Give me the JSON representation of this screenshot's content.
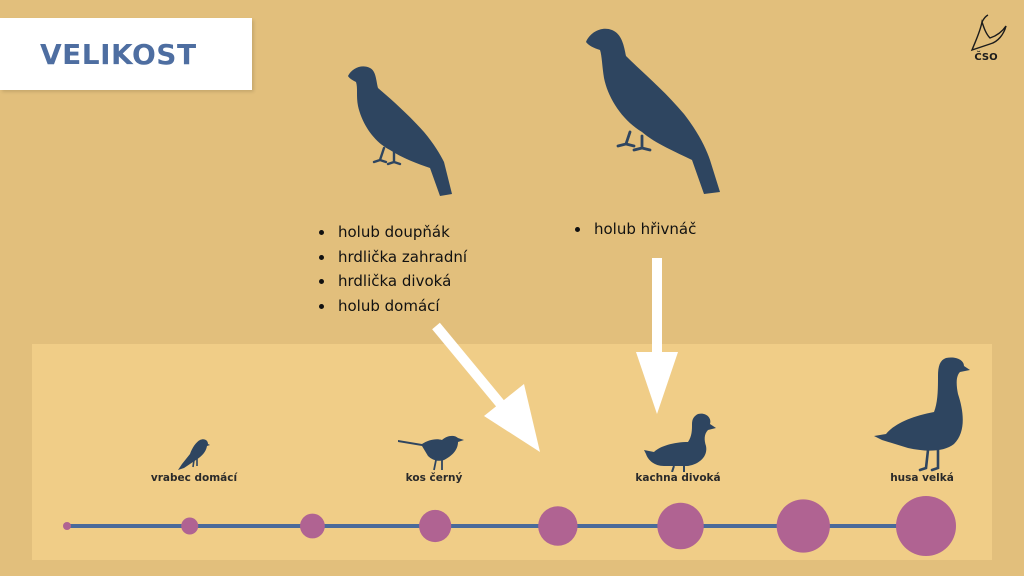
{
  "title": "VELIKOST",
  "logo": {
    "text": "ČSO",
    "icon": "bird-logo-icon"
  },
  "left_group": {
    "icon": "pigeon-icon",
    "items": [
      "holub doupňák",
      "hrdlička zahradní",
      "hrdlička divoká",
      "holub domácí"
    ]
  },
  "right_group": {
    "icon": "wood-pigeon-icon",
    "items": [
      "holub hřivnáč"
    ]
  },
  "scale_birds": [
    {
      "label": "vrabec domácí",
      "icon": "sparrow-icon"
    },
    {
      "label": "kos černý",
      "icon": "blackbird-icon"
    },
    {
      "label": "kachna divoká",
      "icon": "duck-icon"
    },
    {
      "label": "husa velká",
      "icon": "goose-icon"
    }
  ],
  "size_scale": {
    "steps": 8
  },
  "colors": {
    "background": "#e2bf7c",
    "panel": "#f0cd87",
    "silhouette": "#2e4560",
    "scale_line": "#4a6a9a",
    "circle": "#b06392",
    "arrow": "#ffffff",
    "title": "#4e6ea1"
  }
}
